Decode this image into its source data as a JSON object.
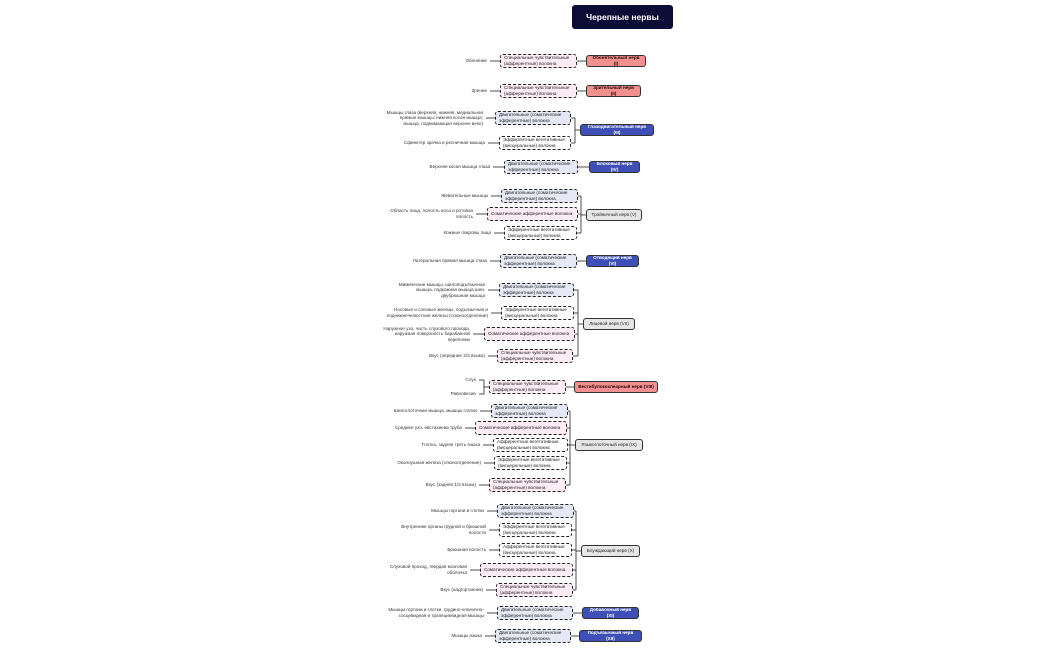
{
  "title": "Черепные нервы",
  "colors": {
    "title_bg": "#0c0d36",
    "sensory_nerve": "#f28f8f",
    "motor_nerve": "#3e4fb8",
    "mixed_nerve": "#e6e6e6",
    "fiber_motor": "#e6e8f6",
    "fiber_sensory": "#fdecf4",
    "fiber_autonomic": "#fff4d6"
  },
  "nerves": [
    {
      "name": "Обонятельный нерв (I)",
      "kind": "sensory",
      "fibers": [
        {
          "text": "Специальные чувствительные (афферентные) волокна",
          "kind": "special",
          "targets": [
            "Обоняние"
          ]
        }
      ]
    },
    {
      "name": "Зрительный нерв (II)",
      "kind": "sensory",
      "fibers": [
        {
          "text": "Специальные чувствительные (афферентные) волокна",
          "kind": "special",
          "targets": [
            "Зрение"
          ]
        }
      ]
    },
    {
      "name": "Глазодвигательный нерв (III)",
      "kind": "motor",
      "fibers": [
        {
          "text": "Двигательные (соматические эфферентные) волокна",
          "kind": "motor",
          "targets": [
            "Мышцы глаза (верхняя, нижняя, медиальная прямые мышцы; нижняя косая мышца; мышца, поднимающая верхнее веко)"
          ]
        },
        {
          "text": "Эфферентные вегетативные (висцеральные) волокна",
          "kind": "autonomic",
          "targets": [
            "Сфинктер зрачка и ресничная мышца"
          ]
        }
      ]
    },
    {
      "name": "Блоковый нерв (IV)",
      "kind": "motor",
      "fibers": [
        {
          "text": "Двигательные (соматические эфферентные) волокна",
          "kind": "motor",
          "targets": [
            "Верхняя косая мышца глаза"
          ]
        }
      ]
    },
    {
      "name": "Тройничный нерв (V)",
      "kind": "mixed",
      "fibers": [
        {
          "text": "Двигательные (соматические эфферентные) волокна",
          "kind": "motor",
          "targets": [
            "Жевательные мышцы"
          ]
        },
        {
          "text": "Соматические афферентные волокна",
          "kind": "sensory",
          "targets": [
            "Область лица, полость носа и ротовая полость"
          ]
        },
        {
          "text": "Эфферентные вегетативные (висцеральные) волокна",
          "kind": "autonomic",
          "targets": [
            "Кожные покровы лица"
          ]
        }
      ]
    },
    {
      "name": "Отводящий нерв (VI)",
      "kind": "motor",
      "fibers": [
        {
          "text": "Двигательные (соматические эфферентные) волокна",
          "kind": "motor",
          "targets": [
            "Латеральная прямая мышца глаза"
          ]
        }
      ]
    },
    {
      "name": "Лицевой нерв (VII)",
      "kind": "mixed",
      "fibers": [
        {
          "text": "Двигательные (соматические эфферентные) волокна",
          "kind": "motor",
          "targets": [
            "Мимические мышцы, шилоподъязычная мышца, подкожная мышца шеи, двубрюшная мышца"
          ]
        },
        {
          "text": "Эфферентные вегетативные (висцеральные) волокна",
          "kind": "autonomic",
          "targets": [
            "Носовые и слезные железы, подъязычная и поднижнечелюстная железы (слюноотделение)"
          ]
        },
        {
          "text": "Соматические афферентные волокна",
          "kind": "sensory",
          "targets": [
            "Наружное ухо, часть слухового прохода, наружная поверхность барабанной перепонки"
          ]
        },
        {
          "text": "Специальные чувствительные (афферентные) волокна",
          "kind": "special",
          "targets": [
            "Вкус (передние 2/3 языка)"
          ]
        }
      ]
    },
    {
      "name": "Вестибулокохлеарный нерв (VIII)",
      "kind": "sensory",
      "fibers": [
        {
          "text": "Специальные чувствительные (афферентные) волокна",
          "kind": "special",
          "targets": [
            "Слух",
            "Равновесие"
          ]
        }
      ]
    },
    {
      "name": "Языкоглоточный нерв (IX)",
      "kind": "mixed",
      "fibers": [
        {
          "text": "Двигательные (соматические эфферентные) волокна",
          "kind": "motor",
          "targets": [
            "Шилоглоточная мышца, мышцы глотки"
          ]
        },
        {
          "text": "Соматические афферентные волокна",
          "kind": "sensory",
          "targets": [
            "Среднее ухо, евстахиева труба"
          ]
        },
        {
          "text": "Афферентные вегетативные (висцеральные) волокна",
          "kind": "autonomic",
          "targets": [
            "Глотка, задняя треть языка"
          ]
        },
        {
          "text": "Эфферентные вегетативные (висцеральные) волокна",
          "kind": "autonomic",
          "targets": [
            "Околоушная железа (слюноотделение)"
          ]
        },
        {
          "text": "Специальные чувствительные (афферентные) волокна",
          "kind": "special",
          "targets": [
            "Вкус (задняя 1/3 языка)"
          ]
        }
      ]
    },
    {
      "name": "Блуждающий нерв (X)",
      "kind": "mixed",
      "fibers": [
        {
          "text": "Двигательные (соматические эфферентные) волокна",
          "kind": "motor",
          "targets": [
            "Мышцы гортани и глотки"
          ]
        },
        {
          "text": "Эфферентные вегетативные (висцеральные) волокна",
          "kind": "autonomic",
          "targets": [
            "Внутренние органы грудной и брюшной полости"
          ]
        },
        {
          "text": "Афферентные вегетативные (висцеральные) волокна",
          "kind": "autonomic",
          "targets": [
            "Брюшная полость"
          ]
        },
        {
          "text": "Соматические афферентные волокна",
          "kind": "sensory",
          "targets": [
            "Слуховой проход, твердая мозговая оболочка"
          ]
        },
        {
          "text": "Специальные чувствительные (афферентные) волокна",
          "kind": "special",
          "targets": [
            "Вкус (надгортанник)"
          ]
        }
      ]
    },
    {
      "name": "Добавочный нерв (XI)",
      "kind": "motor",
      "fibers": [
        {
          "text": "Двигательные (соматические эфферентные) волокна",
          "kind": "motor",
          "targets": [
            "Мышцы гортани и глотки, грудино-ключично-сосцевидная и трапециевидная мышцы"
          ]
        }
      ]
    },
    {
      "name": "Подъязычный нерв (XII)",
      "kind": "motor",
      "fibers": [
        {
          "text": "Двигательные (соматические эфферентные) волокна",
          "kind": "motor",
          "targets": [
            "Мышцы языка"
          ]
        }
      ]
    }
  ]
}
